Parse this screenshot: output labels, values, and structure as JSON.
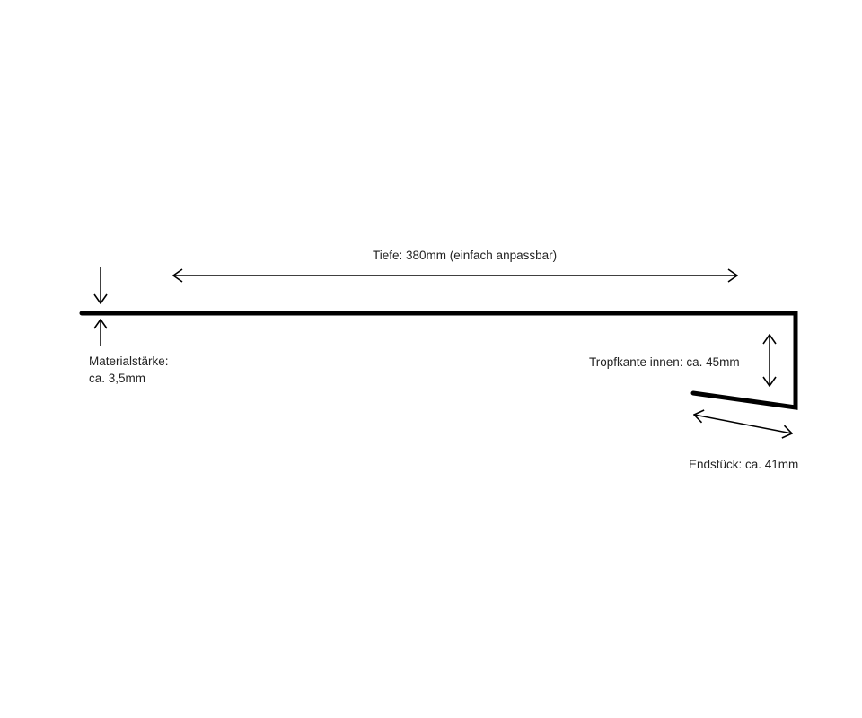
{
  "labels": {
    "depth": "Tiefe: 380mm (einfach anpassbar)",
    "thickness_line1": "Materialstärke:",
    "thickness_line2": "ca. 3,5mm",
    "drip_edge": "Tropfkante innen: ca. 45mm",
    "end_piece": "Endstück: ca. 41mm"
  },
  "colors": {
    "line": "#000000",
    "text": "#222222"
  }
}
